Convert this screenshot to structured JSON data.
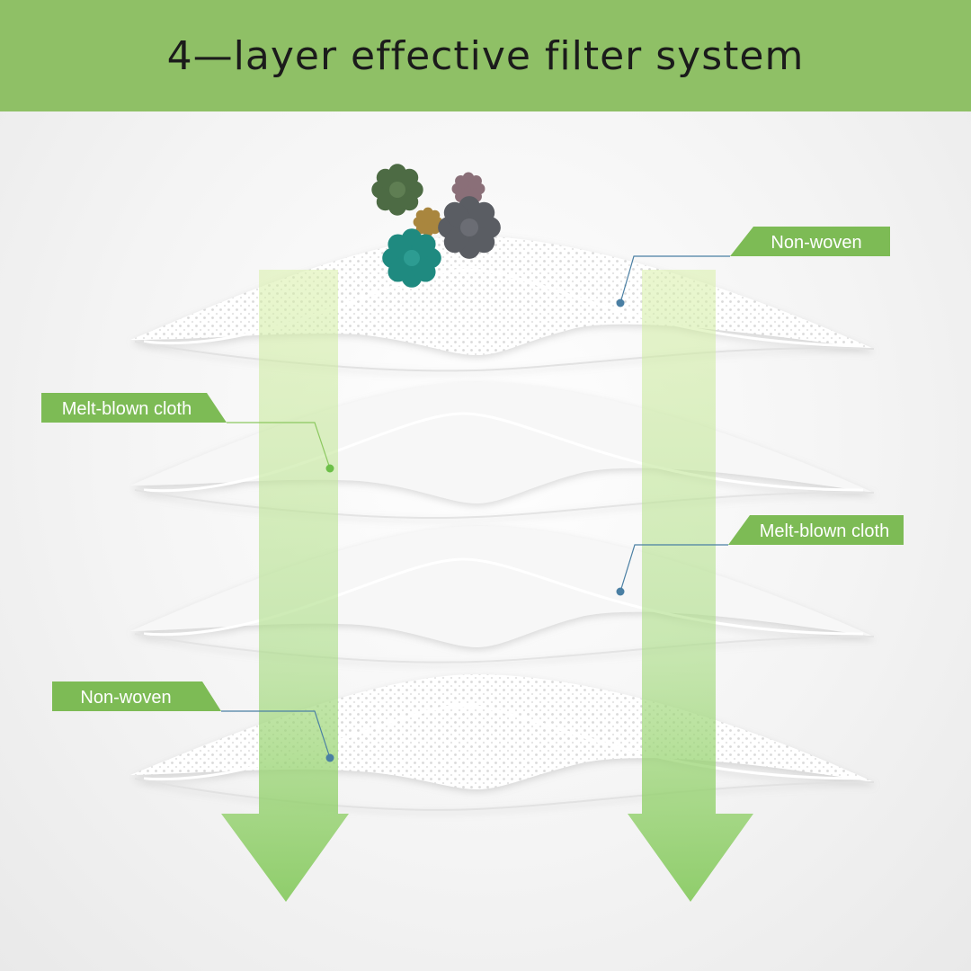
{
  "title": "4—layer effective filter system",
  "colors": {
    "header": "#8fc066",
    "tag": "#7dbb55",
    "arrow": "#8ed06a",
    "leader": "#4a7fa3"
  },
  "layers": [
    {
      "label": "Non-woven",
      "texture": "dotted"
    },
    {
      "label": "Melt-blown cloth",
      "texture": "smooth"
    },
    {
      "label": "Melt-blown cloth",
      "texture": "smooth"
    },
    {
      "label": "Non-woven",
      "texture": "dotted"
    }
  ],
  "particles": [
    {
      "icon": "virus-icon",
      "color": "#4d6b44"
    },
    {
      "icon": "virus-icon",
      "color": "#8a6f78"
    },
    {
      "icon": "virus-icon",
      "color": "#a9863e"
    },
    {
      "icon": "virus-icon",
      "color": "#5a5d63"
    },
    {
      "icon": "virus-icon",
      "color": "#1f8a80"
    }
  ]
}
